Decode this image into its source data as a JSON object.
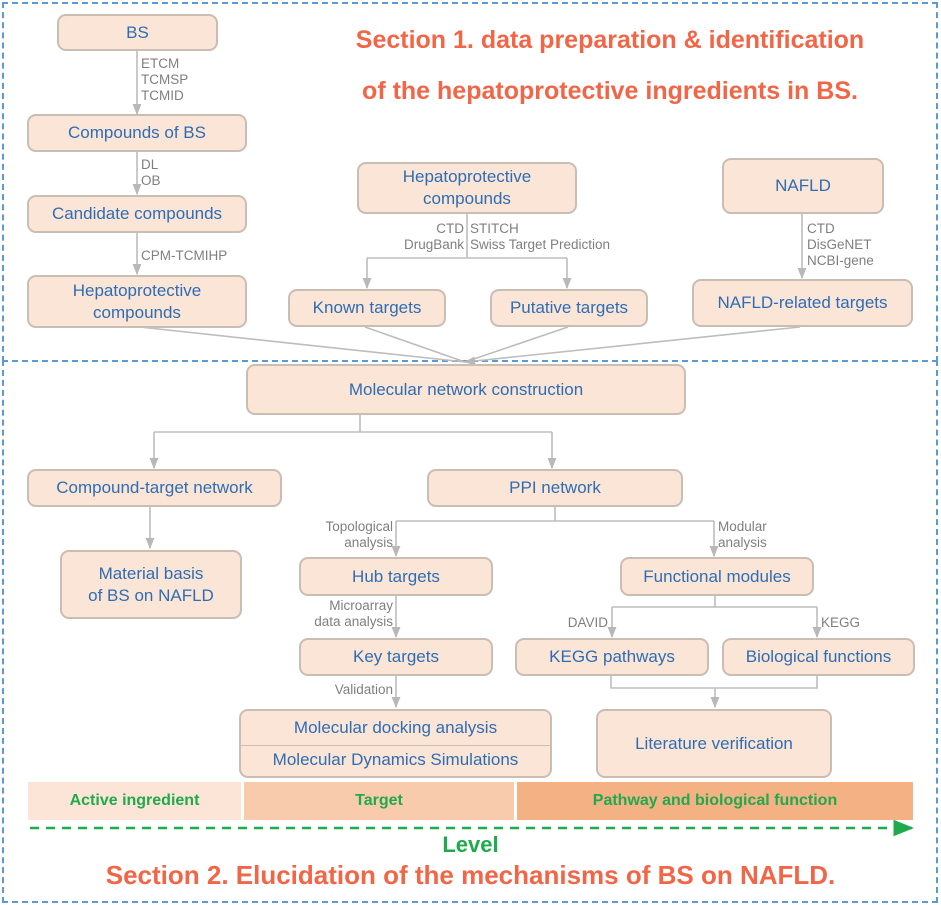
{
  "sections": {
    "section1": {
      "title_line1": "Section 1. data  preparation & identification",
      "title_line2": "of the hepatoprotective ingredients in BS."
    },
    "section2": {
      "title": "Section 2. Elucidation of the mechanisms of BS on NAFLD."
    }
  },
  "nodes": {
    "bs": "BS",
    "compounds_of_bs": "Compounds of BS",
    "candidate_compounds": "Candidate compounds",
    "hepatoprotective_compounds_left_l1": "Hepatoprotective",
    "hepatoprotective_compounds_left_l2": "compounds",
    "hepatoprotective_compounds_mid_l1": "Hepatoprotective",
    "hepatoprotective_compounds_mid_l2": "compounds",
    "known_targets": "Known targets",
    "putative_targets": "Putative targets",
    "nafld": "NAFLD",
    "nafld_related_targets": "NAFLD-related targets",
    "molecular_network_construction": "Molecular network construction",
    "compound_target_network": "Compound-target network",
    "ppi_network": "PPI network",
    "material_basis_l1": "Material basis",
    "material_basis_l2": "of BS on NAFLD",
    "hub_targets": "Hub targets",
    "functional_modules": "Functional modules",
    "key_targets": "Key targets",
    "kegg_pathways": "KEGG pathways",
    "biological_functions": "Biological functions",
    "molecular_docking": "Molecular docking analysis",
    "molecular_dynamics": "Molecular Dynamics Simulations",
    "literature_verification": "Literature verification"
  },
  "edge_labels": {
    "bs_to_compounds": [
      "ETCM",
      "TCMSP",
      "TCMID"
    ],
    "compounds_to_candidate": [
      "DL",
      "OB"
    ],
    "candidate_to_hepato": [
      "CPM-TCMIHP"
    ],
    "hepato_to_known": [
      "CTD",
      "DrugBank"
    ],
    "hepato_to_putative": [
      "STITCH",
      "Swiss Target Prediction"
    ],
    "nafld_to_targets": [
      "CTD",
      "DisGeNET",
      "NCBI-gene"
    ],
    "ppi_to_hub": [
      "Topological",
      "analysis"
    ],
    "ppi_to_modules": [
      "Modular",
      "analysis"
    ],
    "hub_to_key": [
      "Microarray",
      "data analysis"
    ],
    "key_to_docking": [
      "Validation"
    ],
    "modules_to_kegg": [
      "DAVID"
    ],
    "modules_to_bio": [
      "KEGG"
    ]
  },
  "level_bar": {
    "bands": [
      "Active ingredient",
      "Target",
      "Pathway and biological function"
    ],
    "axis_label": "Level"
  },
  "colors": {
    "frame_blue": "#5b9bd5",
    "title_orange": "#f26647",
    "node_fill": "#fbe5d6",
    "node_text": "#2e6db4",
    "level_green": "#1faa4b",
    "band_light": "#fce4d6",
    "band_mid": "#f8cbad",
    "band_dark": "#f4b183"
  }
}
